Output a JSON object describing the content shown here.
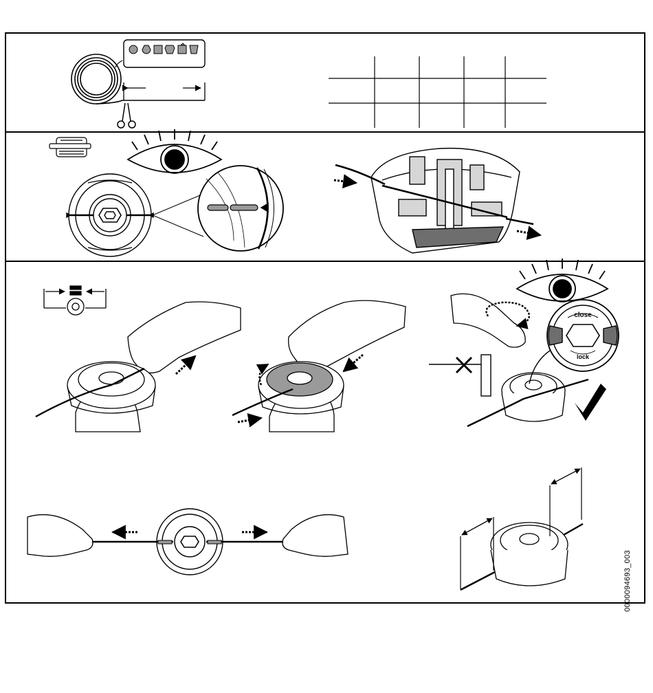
{
  "spool": {
    "close_label": "close",
    "lock_label": "lock"
  },
  "figure": {
    "code": "0000094693_003"
  },
  "colors": {
    "ink": "#000000",
    "paper": "#ffffff",
    "shade": "#9a9a9a",
    "shade_dark": "#6e6e6e",
    "shade_light": "#d6d6d6"
  },
  "icons": [
    "line-coil-icon",
    "line-profiles-icon",
    "length-dimension-icon",
    "scissors-icon",
    "mowing-head-side-icon",
    "eye-icon",
    "spool-top-icon",
    "magnifier-detail-icon",
    "cutaway-head-icon",
    "hand-icon",
    "arrow-icon",
    "rotate-icon",
    "cross-icon",
    "check-icon"
  ]
}
